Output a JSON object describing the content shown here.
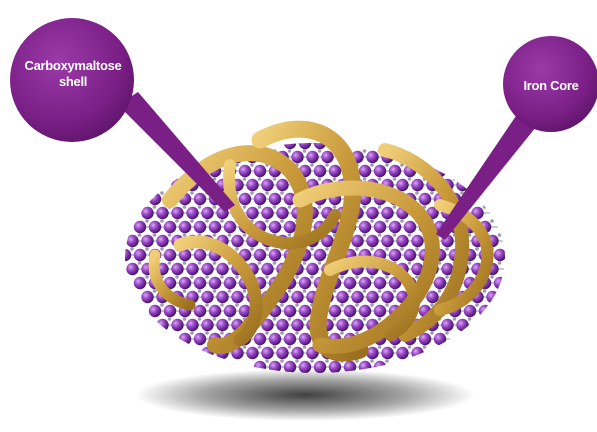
{
  "callouts": {
    "shell_label_line1": "Carboxymaltose",
    "shell_label_line2": "shell",
    "core_label": "Iron Core"
  },
  "colors": {
    "callout_purple": "#7a1f86",
    "sphere_purple": "#8e3fbf",
    "ribbon_gold": "#c99a3a"
  }
}
